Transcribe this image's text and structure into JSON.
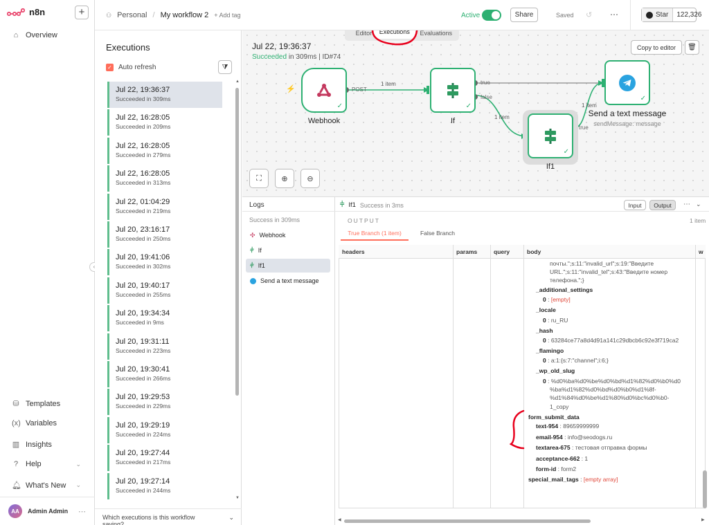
{
  "brand": {
    "name": "n8n"
  },
  "sidebar": {
    "overview": "Overview",
    "bottom": [
      {
        "label": "Templates",
        "icon": "template-icon",
        "chev": false
      },
      {
        "label": "Variables",
        "icon": "variables-icon",
        "chev": false
      },
      {
        "label": "Insights",
        "icon": "insights-icon",
        "chev": false
      },
      {
        "label": "Help",
        "icon": "help-icon",
        "chev": true
      },
      {
        "label": "What's New",
        "icon": "bell-icon",
        "chev": true
      }
    ],
    "user": {
      "initials": "AA",
      "name": "Admin Admin"
    }
  },
  "header": {
    "project": "Personal",
    "workflow": "My workflow 2",
    "add_tag": "+ Add tag",
    "active_label": "Active",
    "share": "Share",
    "saved": "Saved",
    "star": "Star",
    "star_count": "122,326"
  },
  "tabs": [
    "Editor",
    "Executions",
    "Evaluations"
  ],
  "executions": {
    "title": "Executions",
    "auto_refresh": "Auto refresh",
    "footer": "Which executions is this workflow saving?",
    "items": [
      {
        "date": "Jul 22, 19:36:37",
        "status": "Succeeded in 309ms"
      },
      {
        "date": "Jul 22, 16:28:05",
        "status": "Succeeded in 209ms"
      },
      {
        "date": "Jul 22, 16:28:05",
        "status": "Succeeded in 279ms"
      },
      {
        "date": "Jul 22, 16:28:05",
        "status": "Succeeded in 313ms"
      },
      {
        "date": "Jul 22, 01:04:29",
        "status": "Succeeded in 219ms"
      },
      {
        "date": "Jul 20, 23:16:17",
        "status": "Succeeded in 250ms"
      },
      {
        "date": "Jul 20, 19:41:06",
        "status": "Succeeded in 302ms"
      },
      {
        "date": "Jul 20, 19:40:17",
        "status": "Succeeded in 255ms"
      },
      {
        "date": "Jul 20, 19:34:34",
        "status": "Succeeded in 9ms"
      },
      {
        "date": "Jul 20, 19:31:11",
        "status": "Succeeded in 223ms"
      },
      {
        "date": "Jul 20, 19:30:41",
        "status": "Succeeded in 266ms"
      },
      {
        "date": "Jul 20, 19:29:53",
        "status": "Succeeded in 229ms"
      },
      {
        "date": "Jul 20, 19:29:19",
        "status": "Succeeded in 224ms"
      },
      {
        "date": "Jul 20, 19:27:44",
        "status": "Succeeded in 217ms"
      },
      {
        "date": "Jul 20, 19:27:14",
        "status": "Succeeded in 244ms"
      }
    ]
  },
  "canvas": {
    "exec_date": "Jul 22, 19:36:37",
    "exec_status_a": "Succeeded",
    "exec_status_b": " in 309ms | ID#74",
    "copy_to_editor": "Copy to editor",
    "nodes": {
      "webhook": "Webhook",
      "if": "If",
      "if1": "If1",
      "telegram": "Send a text message",
      "telegram_sub": "sendMessage: message"
    },
    "edges": {
      "post": "POST",
      "item1": "1 item",
      "item2": "1 item",
      "item3": "1 item",
      "true1": "true",
      "false1": "false",
      "true2": "true"
    }
  },
  "logs": {
    "title": "Logs",
    "summary": "Success in 309ms",
    "items": [
      "Webhook",
      "If",
      "If1",
      "Send a text message"
    ]
  },
  "output": {
    "node": "If1",
    "node_status": "Success in 3ms",
    "input_btn": "Input",
    "output_btn": "Output",
    "label": "OUTPUT",
    "count": "1 item",
    "tab_true": "True Branch (1 item)",
    "tab_false": "False Branch",
    "columns": [
      "headers",
      "params",
      "query",
      "body",
      "w"
    ],
    "body_lines": [
      "почты.\";s:11:\"invalid_url\";s:19:\"Введите",
      "URL.\";s:11:\"invalid_tel\";s:43:\"Введите номер",
      "телефона.\";}"
    ],
    "fields": [
      {
        "key": "_additional_settings",
        "indent": 1
      },
      {
        "key": "0",
        "val": "[empty]",
        "indent": 2,
        "red": true
      },
      {
        "key": "_locale",
        "indent": 1
      },
      {
        "key": "0",
        "val": "ru_RU",
        "indent": 2
      },
      {
        "key": "_hash",
        "indent": 1
      },
      {
        "key": "0",
        "val": "63284ce77a8d4d91a141c29dbcb6c92e3f719ca2",
        "indent": 2
      },
      {
        "key": "_flamingo",
        "indent": 1
      },
      {
        "key": "0",
        "val": "a:1:{s:7:\"channel\";i:6;}",
        "indent": 2
      },
      {
        "key": "_wp_old_slug",
        "indent": 1
      },
      {
        "key": "0",
        "val": "%d0%ba%d0%be%d0%bd%d1%82%d0%b0%d0",
        "indent": 2
      },
      {
        "key": "",
        "val": "%ba%d1%82%d0%bd%d0%b0%d1%8f-",
        "indent": 3
      },
      {
        "key": "",
        "val": "%d1%84%d0%be%d1%80%d0%bc%d0%b0-",
        "indent": 3
      },
      {
        "key": "",
        "val": "1_copy",
        "indent": 3
      },
      {
        "key": "form_submit_data",
        "indent": 0
      },
      {
        "key": "text-954",
        "val": "89659999999",
        "indent": 1
      },
      {
        "key": "email-954",
        "val": "info@seodogs.ru",
        "indent": 1
      },
      {
        "key": "textarea-675",
        "val": "тестовая отправка формы",
        "indent": 1
      },
      {
        "key": "acceptance-662",
        "val": "1",
        "indent": 1
      },
      {
        "key": "form-id",
        "val": "form2",
        "indent": 1
      },
      {
        "key": "special_mail_tags",
        "val": "[empty array]",
        "indent": 0,
        "red": true
      }
    ]
  },
  "colors": {
    "accent": "#2db072",
    "red": "#e0483a",
    "annotation": "#e8001c"
  }
}
